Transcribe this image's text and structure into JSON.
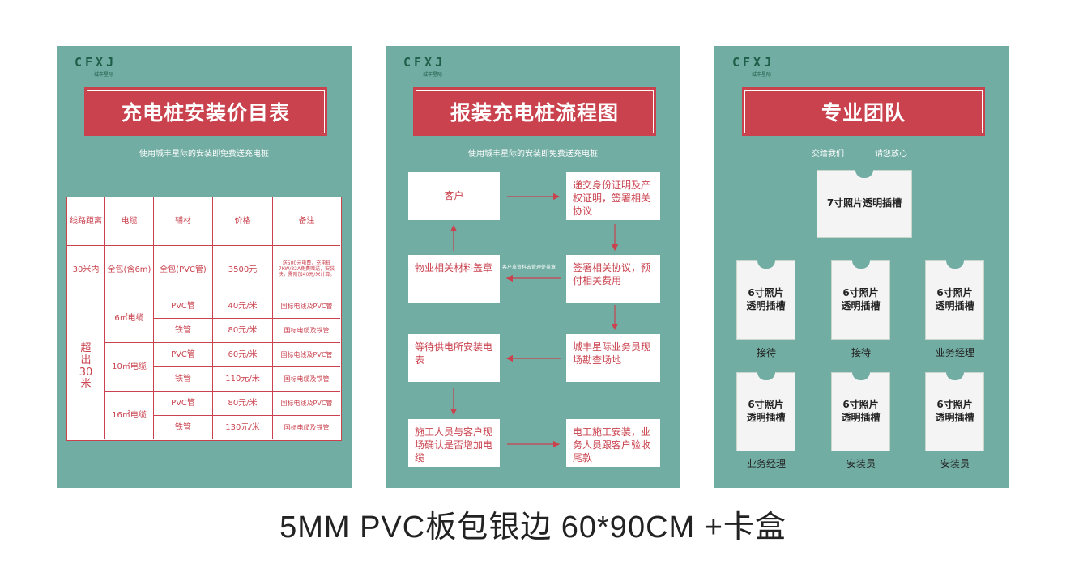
{
  "logo": {
    "mark": "CFXJ",
    "sub": "城丰星际"
  },
  "panel1": {
    "title": "充电桩安装价目表",
    "subtitle": "使用城丰星际的安装即免费送充电桩",
    "headers": [
      "线路距离",
      "电缆",
      "辅材",
      "价格",
      "备注"
    ],
    "row1": [
      "30米内",
      "全包(含6m)",
      "全包(PVC管)",
      "3500元",
      "送500元电费，充电桩7KW/32A免费赠送，安装快，需附加40元/米计算。"
    ],
    "over": "超出30米",
    "groups": [
      {
        "cable": "6㎡电缆",
        "rows": [
          [
            "PVC管",
            "40元/米",
            "国标电线及PVC管"
          ],
          [
            "铁管",
            "80元/米",
            "国标电缆及铁管"
          ]
        ]
      },
      {
        "cable": "10㎡电缆",
        "rows": [
          [
            "PVC管",
            "60元/米",
            "国标电线及PVC管"
          ],
          [
            "铁管",
            "110元/米",
            "国标电缆及铁管"
          ]
        ]
      },
      {
        "cable": "16㎡电缆",
        "rows": [
          [
            "PVC管",
            "80元/米",
            "国标电线及PVC管"
          ],
          [
            "铁管",
            "130元/米",
            "国标电缆及铁管"
          ]
        ]
      }
    ]
  },
  "panel2": {
    "title": "报装充电桩流程图",
    "subtitle": "使用城丰星际的安装即免费送充电桩",
    "steps": {
      "s1": "客户",
      "s2": "递交身份证明及产权证明，签署相关协议",
      "s3": "签署相关协议，预付相关费用",
      "s4": "物业相关材料盖章",
      "s5": "城丰星际业务员现场勘查场地",
      "s6": "等待供电所安装电表",
      "s7": "施工人员与客户现场确认是否增加电缆",
      "s8": "电工施工安装，业务人员跟客户验收尾款"
    },
    "note": "客户拿资料去管理处盖章"
  },
  "panel3": {
    "title": "专业团队",
    "sub_left": "交给我们",
    "sub_right": "请您放心",
    "big_slot": "7寸照片透明插槽",
    "small_slot_line1": "6寸照片",
    "small_slot_line2": "透明插槽",
    "roles": [
      "接待",
      "接待",
      "业务经理",
      "业务经理",
      "安装员",
      "安装员"
    ]
  },
  "caption": "5MM PVC板包银边 60*90CM +卡盒",
  "colors": {
    "panel": "#72ada3",
    "accent": "#c9424e"
  }
}
